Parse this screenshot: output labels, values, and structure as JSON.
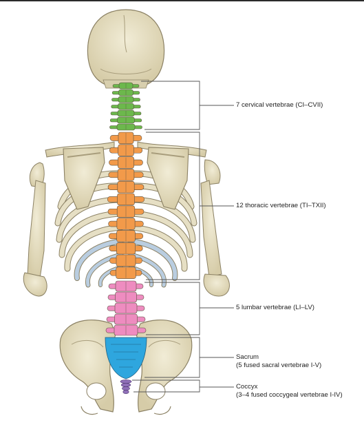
{
  "colors": {
    "bone": "#e6dfc4",
    "bone_shadow": "#c9bf9c",
    "bone_outline": "#8b8164",
    "cervical": "#6cb84c",
    "thoracic": "#f29a4a",
    "lumbar": "#ee8cc0",
    "sacral": "#2ea6de",
    "coccygeal": "#9070b8",
    "rib_shade": "#b9cde0",
    "bracket_line": "#555555"
  },
  "labels": {
    "cervical": "7 cervical vertebrae (CI–CVII)",
    "thoracic": "12 thoracic vertebrae (TI–TXII)",
    "lumbar": "5 lumbar vertebrae (LI–LV)",
    "sacrum_title": "Sacrum",
    "sacrum_detail": "(5 fused sacral vertebrae I-V)",
    "coccyx_title": "Coccyx",
    "coccyx_detail": "(3–4 fused coccygeal vertebrae I-IV)"
  }
}
